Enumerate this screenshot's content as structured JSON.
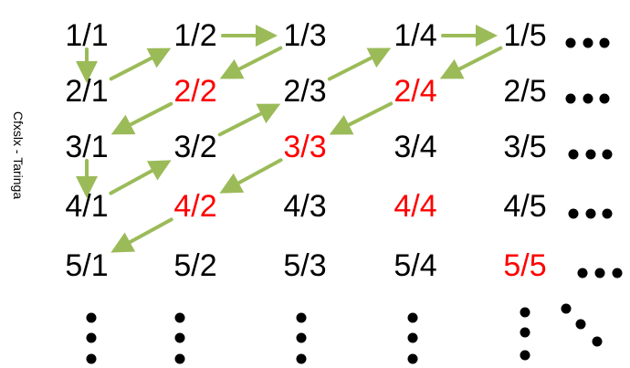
{
  "credit": "Cfxslx - Taringa",
  "colors": {
    "fraction": "#000000",
    "duplicate": "#ff0000",
    "arrow": "#9bbb59",
    "dots": "#000000"
  },
  "grid": {
    "rows": [
      [
        {
          "label": "1/1",
          "duplicate": false
        },
        {
          "label": "1/2",
          "duplicate": false
        },
        {
          "label": "1/3",
          "duplicate": false
        },
        {
          "label": "1/4",
          "duplicate": false
        },
        {
          "label": "1/5",
          "duplicate": false
        }
      ],
      [
        {
          "label": "2/1",
          "duplicate": false
        },
        {
          "label": "2/2",
          "duplicate": true
        },
        {
          "label": "2/3",
          "duplicate": false
        },
        {
          "label": "2/4",
          "duplicate": true
        },
        {
          "label": "2/5",
          "duplicate": false
        }
      ],
      [
        {
          "label": "3/1",
          "duplicate": false
        },
        {
          "label": "3/2",
          "duplicate": false
        },
        {
          "label": "3/3",
          "duplicate": true
        },
        {
          "label": "3/4",
          "duplicate": false
        },
        {
          "label": "3/5",
          "duplicate": false
        }
      ],
      [
        {
          "label": "4/1",
          "duplicate": false
        },
        {
          "label": "4/2",
          "duplicate": true
        },
        {
          "label": "4/3",
          "duplicate": false
        },
        {
          "label": "4/4",
          "duplicate": true
        },
        {
          "label": "4/5",
          "duplicate": false
        }
      ],
      [
        {
          "label": "5/1",
          "duplicate": false
        },
        {
          "label": "5/2",
          "duplicate": false
        },
        {
          "label": "5/3",
          "duplicate": false
        },
        {
          "label": "5/4",
          "duplicate": false
        },
        {
          "label": "5/5",
          "duplicate": true
        }
      ]
    ]
  },
  "path_order": [
    "1/1",
    "2/1",
    "1/2",
    "1/3",
    "2/2",
    "3/1",
    "4/1",
    "3/2",
    "2/3",
    "1/4",
    "1/5",
    "2/4",
    "3/3",
    "4/2",
    "5/1"
  ]
}
